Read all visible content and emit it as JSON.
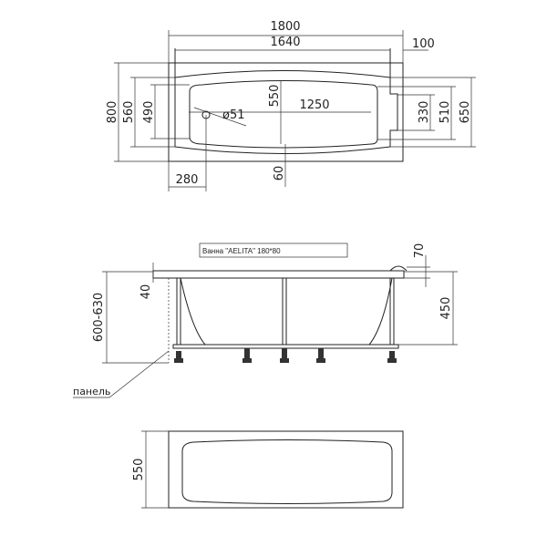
{
  "title_label": "Ванна \"AELITA\" 180*80",
  "top_view": {
    "overall_length": "1800",
    "inner_length": "1640",
    "step_width": "100",
    "overall_width": "800",
    "rim_width": "560",
    "bowl_width_end": "490",
    "bowl_depth_width": "550",
    "bowl_length": "1250",
    "drain_diameter": "ø51",
    "drain_offset": "280",
    "rim_offset": "60",
    "step_inner": "330",
    "step_mid": "510",
    "step_outer": "650"
  },
  "side_view": {
    "total_height": "600-630",
    "rim_thickness": "40",
    "headrest_height": "70",
    "bowl_height": "450",
    "panel_label": "панель"
  },
  "bottom_view": {
    "width": "550"
  }
}
